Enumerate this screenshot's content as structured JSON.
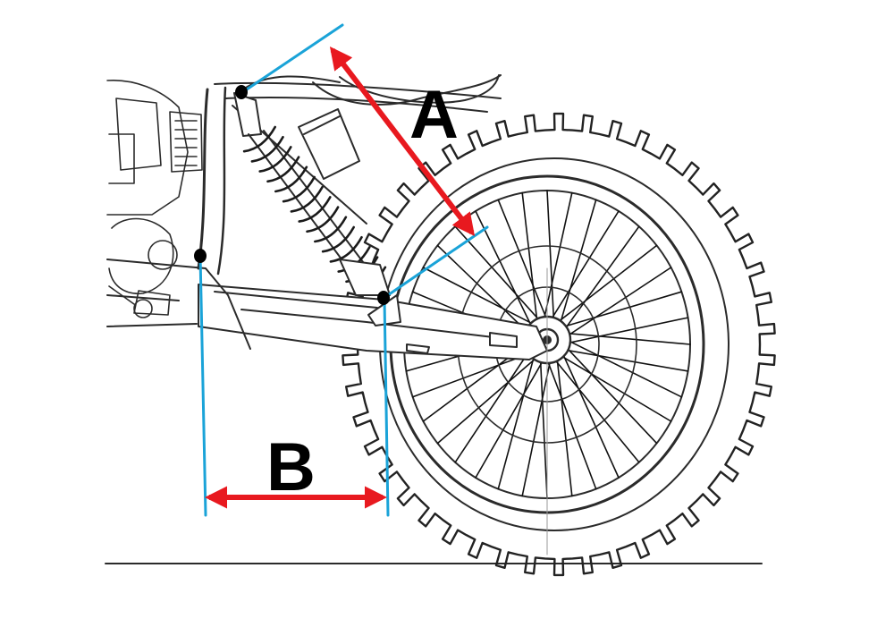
{
  "diagram": {
    "labels": {
      "a": "A",
      "b": "B"
    },
    "colors": {
      "measure_arrow": "#e8191f",
      "reference_line": "#1aa3d8",
      "pivot_point": "#000000",
      "drawing_line": "#2b2b2b",
      "background": "#ffffff"
    },
    "icons": {
      "pivot": "black-dot",
      "arrow_ends": "double-arrowhead"
    }
  }
}
